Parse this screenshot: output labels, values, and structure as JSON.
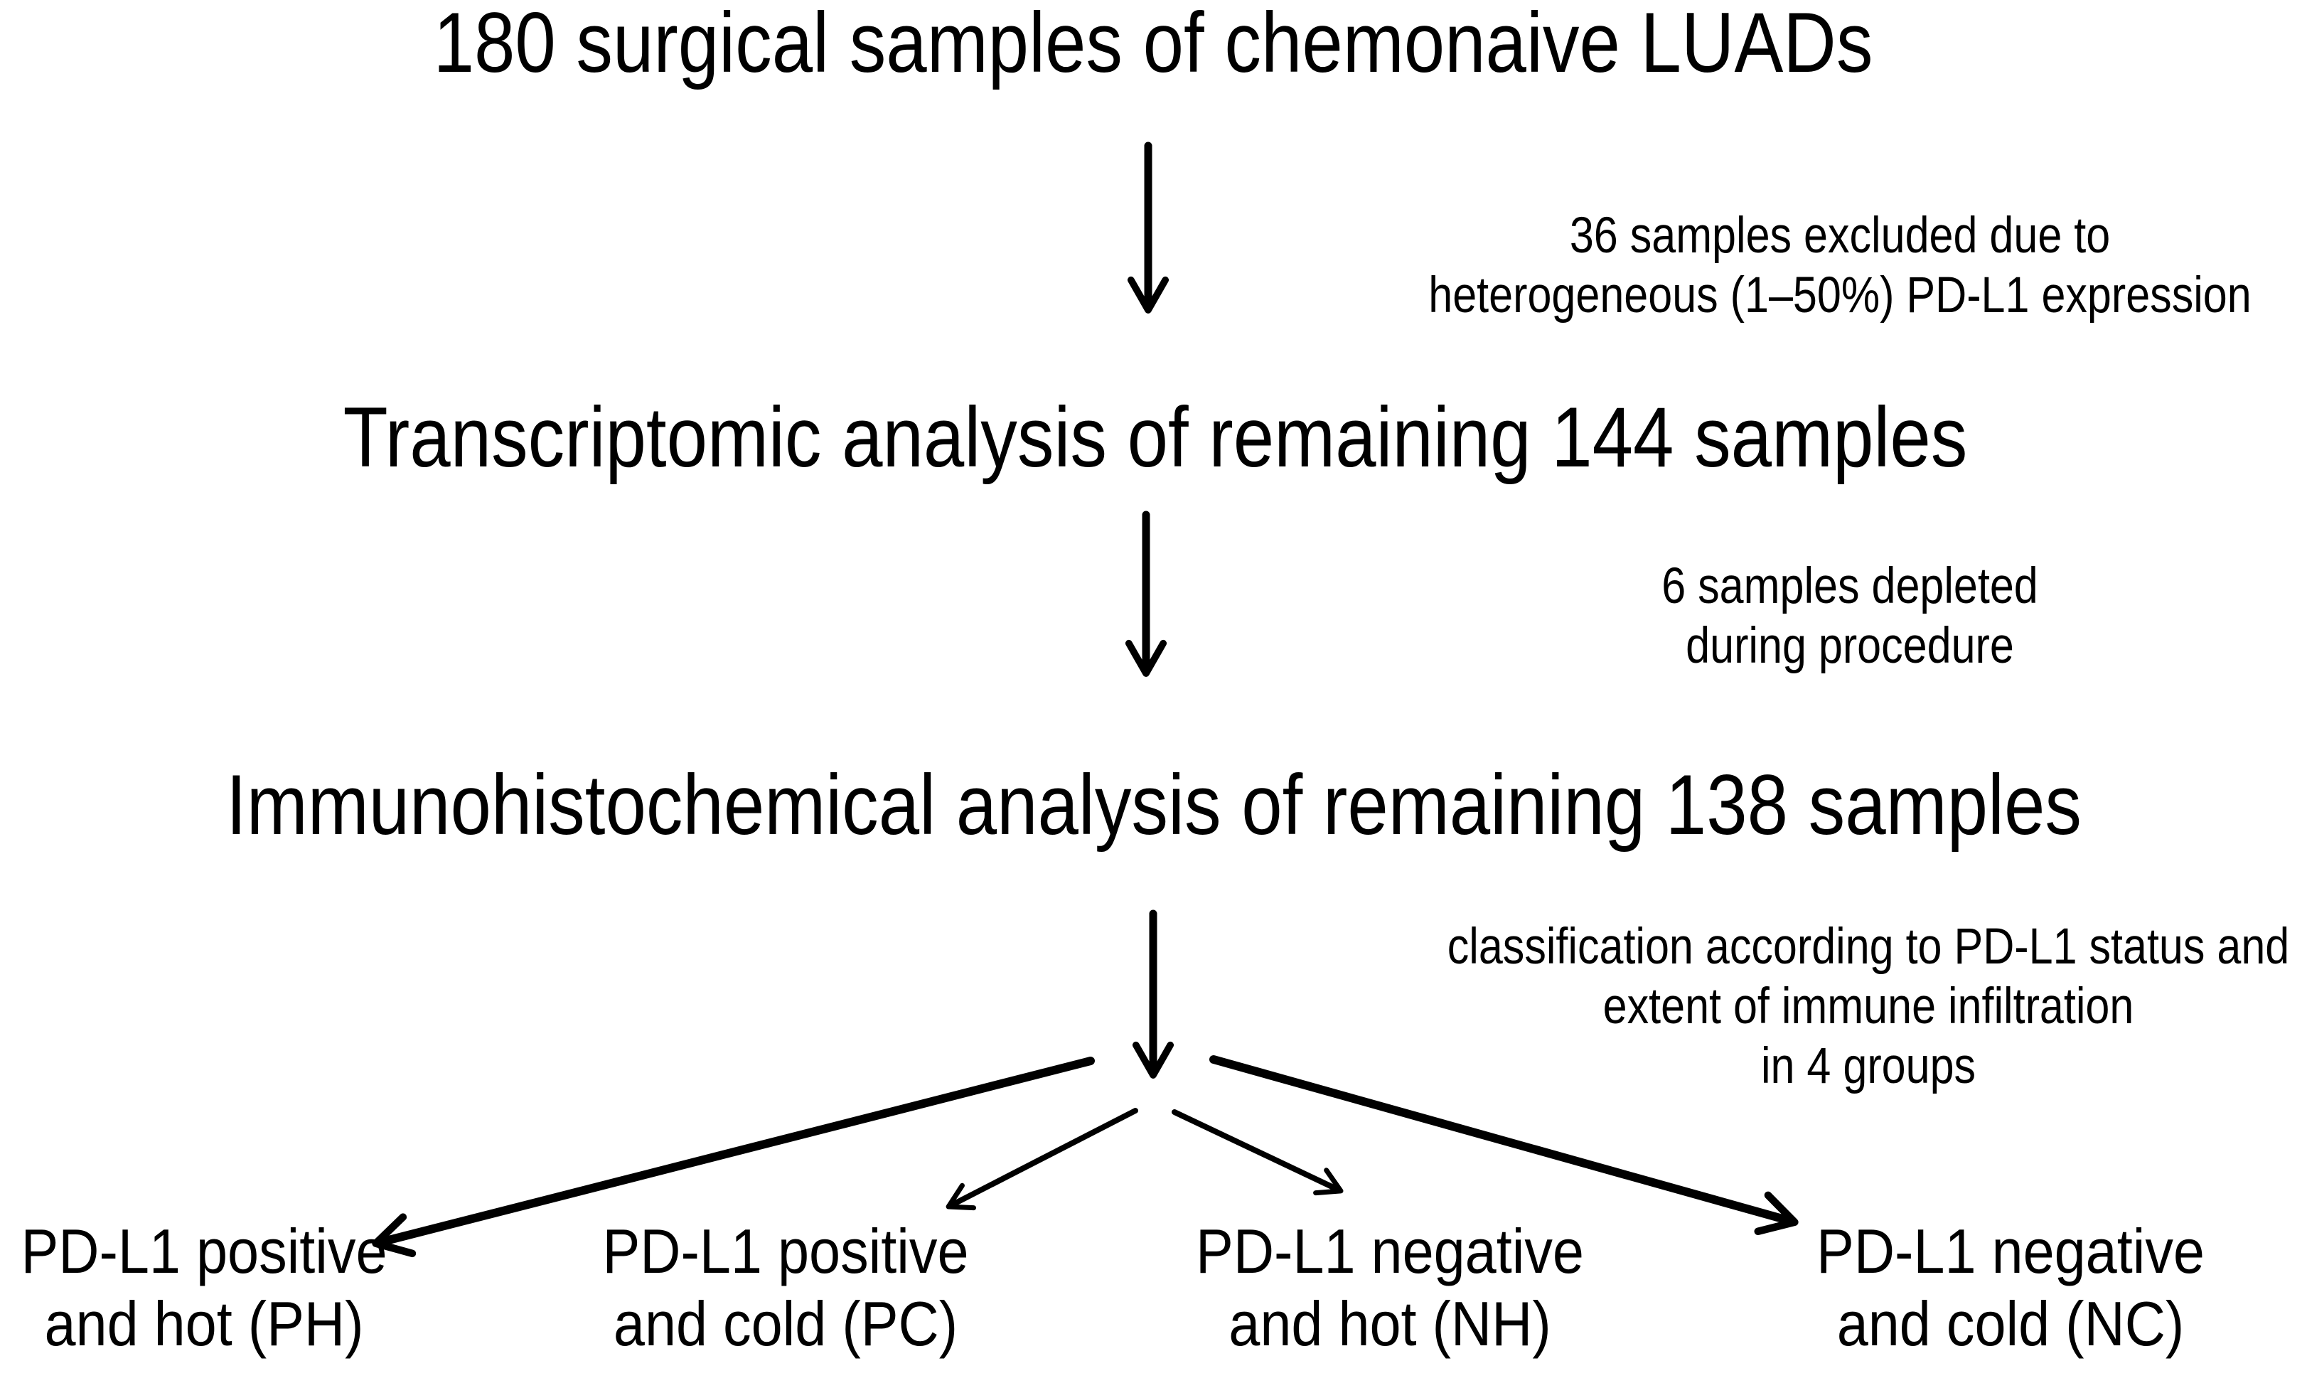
{
  "diagram": {
    "title": "Sample selection and classification flowchart",
    "colors": {
      "background": "#ffffff",
      "ink": "#000000"
    },
    "nodes": [
      {
        "label": "180 surgical samples of chemonaive LUADs"
      },
      {
        "label": "Transcriptomic analysis of remaining 144 samples"
      },
      {
        "label": "Immunohistochemical analysis of remaining 138 samples"
      }
    ],
    "annotations": [
      {
        "lines": [
          "36 samples excluded due to",
          "heterogeneous (1–50%) PD-L1 expression"
        ]
      },
      {
        "lines": [
          "6 samples depleted",
          "during procedure"
        ]
      },
      {
        "lines": [
          "classification according to PD-L1 status and",
          "extent of immune infiltration",
          "in 4 groups"
        ]
      }
    ],
    "groups": [
      {
        "lines": [
          "PD-L1 positive",
          "and hot (PH)"
        ]
      },
      {
        "lines": [
          "PD-L1 positive",
          "and cold (PC)"
        ]
      },
      {
        "lines": [
          "PD-L1 negative",
          "and hot (NH)"
        ]
      },
      {
        "lines": [
          "PD-L1 negative",
          "and cold (NC)"
        ]
      }
    ]
  }
}
